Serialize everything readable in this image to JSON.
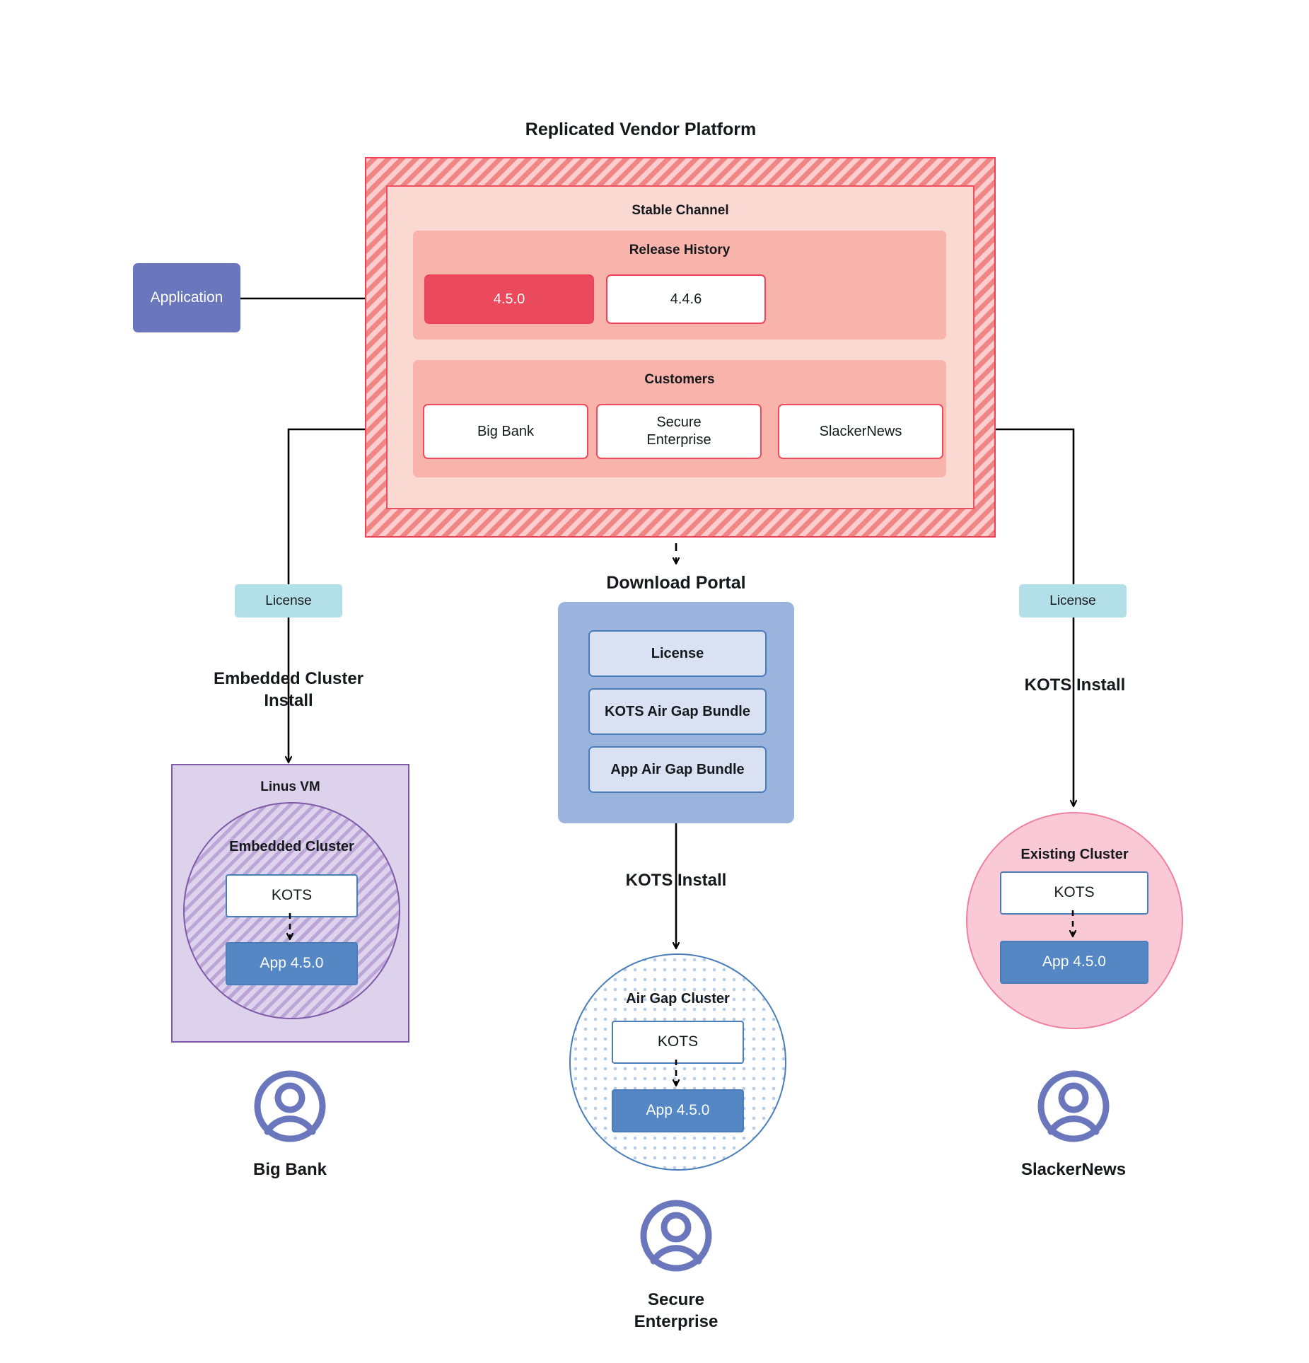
{
  "diagram": {
    "platform": {
      "title": "Replicated Vendor Platform",
      "channel_label": "Stable Channel",
      "release_history_label": "Release History",
      "releases": [
        {
          "version": "4.5.0",
          "state": "current"
        },
        {
          "version": "4.4.6",
          "state": "previous"
        }
      ],
      "customers_label": "Customers",
      "customers": [
        "Big Bank",
        "Secure\nEnterprise",
        "SlackerNews"
      ]
    },
    "application_node": {
      "label": "Application"
    },
    "license_pills": {
      "left": "License",
      "right": "License"
    },
    "edge_labels": {
      "embedded_cluster_install": "Embedded Cluster\nInstall",
      "kots_install_airgap": "KOTS Install",
      "kots_install_existing": "KOTS Install"
    },
    "download_portal": {
      "title": "Download  Portal",
      "items": [
        "License",
        "KOTS Air Gap Bundle",
        "App Air Gap Bundle"
      ]
    },
    "targets": {
      "big_bank": {
        "vm_label": "Linus VM",
        "cluster_label": "Embedded Cluster",
        "kots_label": "KOTS",
        "app_label": "App 4.5.0",
        "persona": "Big Bank"
      },
      "secure_enterprise": {
        "cluster_label": "Air Gap Cluster",
        "kots_label": "KOTS",
        "app_label": "App 4.5.0",
        "persona": "Secure\nEnterprise"
      },
      "slackernews": {
        "cluster_label": "Existing Cluster",
        "kots_label": "KOTS",
        "app_label": "App 4.5.0",
        "persona": "SlackerNews"
      }
    },
    "colors": {
      "platform_hatch": "#f08585",
      "platform_border": "#ef4055",
      "channel_fill": "#fbd9d3",
      "subgroup_fill": "#f8b4ab",
      "release_current": "#ea4a5c",
      "application": "#6a77bd",
      "license": "#b3e0e8",
      "portal": "#9ab4dd",
      "portal_item": "#dae1f2",
      "vm_purple": "#dcd2ec",
      "existing_cluster_pink": "#f9cad6",
      "app_blue": "#5487c4",
      "persona_icon": "#6a77bd"
    }
  }
}
